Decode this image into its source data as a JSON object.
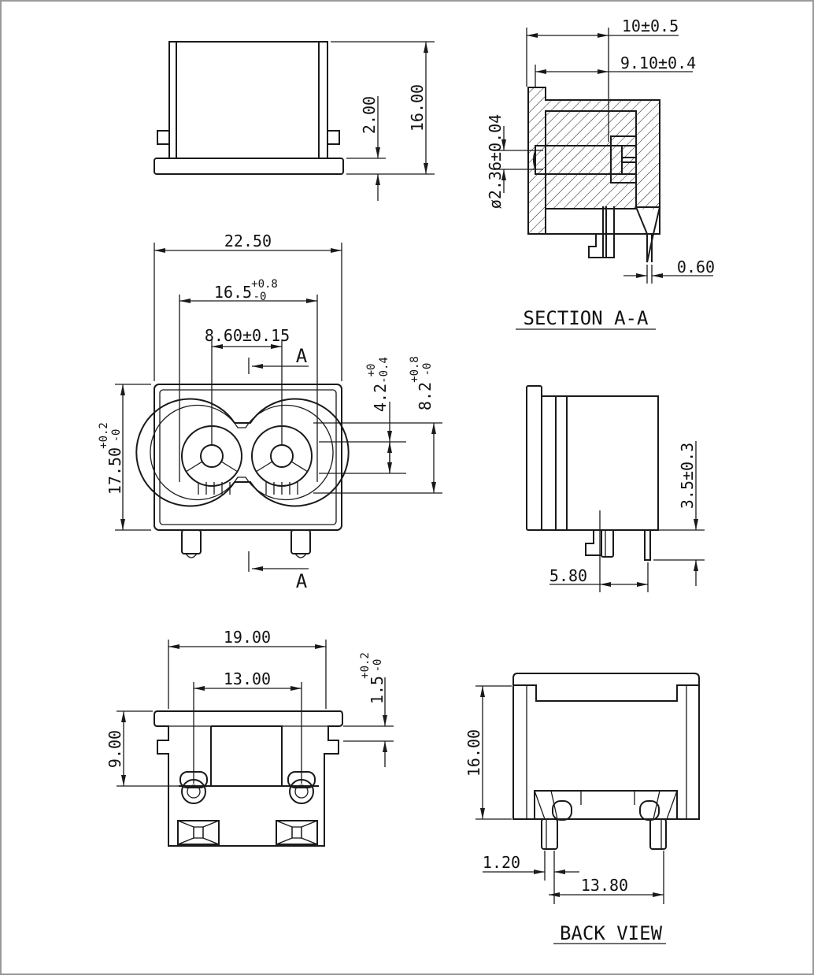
{
  "colors": {
    "line": "#1a1a1a",
    "frame": "#9a9a9a",
    "background": "#ffffff"
  },
  "labels": {
    "d_10": "10±0.5",
    "d_910": "9.10±0.4",
    "d_236": "ø2.36±0.04",
    "d_060": "0.60",
    "section_title": "SECTION A-A",
    "d_2250": "22.50",
    "d_165": "16.5",
    "d_165_tol_up": "+0.8",
    "d_165_tol_dn": "-0",
    "d_860": "8.60±0.15",
    "sec_a_top": "A",
    "sec_a_bottom": "A",
    "d_42": "4.2",
    "d_42_tol_up": "+0",
    "d_42_tol_dn": "-0.4",
    "d_82": "8.2",
    "d_82_tol_up": "+0.8",
    "d_82_tol_dn": "-0",
    "d_1750": "17.50",
    "d_1750_tol_up": "+0.2",
    "d_1750_tol_dn": "-0",
    "d_35": "3.5±0.3",
    "d_580": "5.80",
    "d_200": "2.00",
    "d_1600_top": "16.00",
    "d_1900": "19.00",
    "d_1300": "13.00",
    "d_15": "1.5",
    "d_15_tol_up": "+0.2",
    "d_15_tol_dn": "-0",
    "d_900": "9.00",
    "d_1600_back": "16.00",
    "d_120": "1.20",
    "d_1380": "13.80",
    "back_title": "BACK VIEW"
  }
}
